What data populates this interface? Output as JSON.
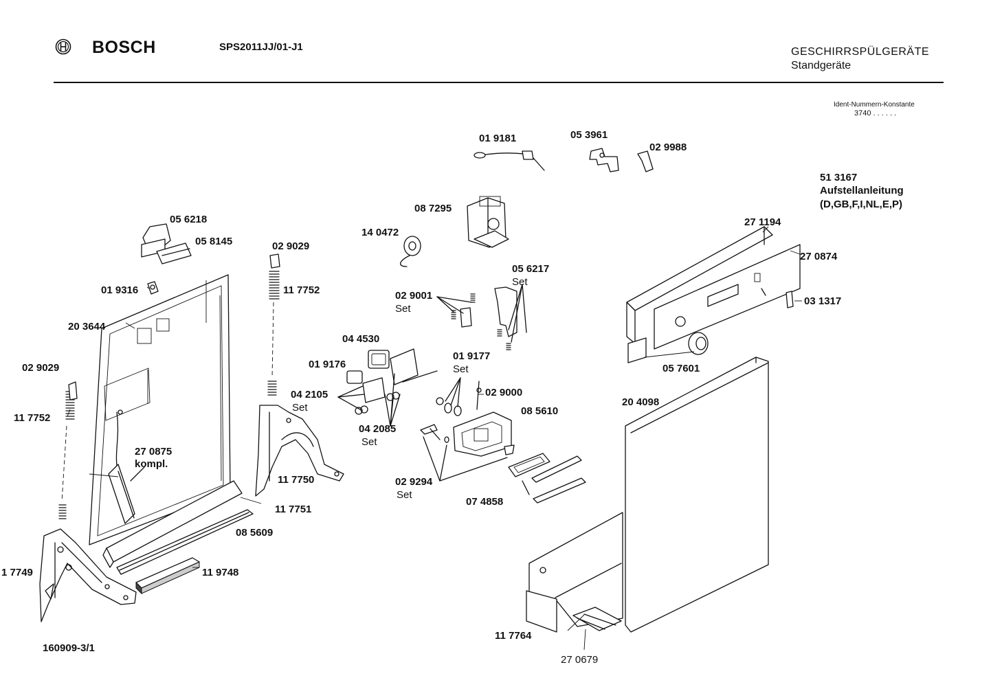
{
  "header": {
    "brand": "BOSCH",
    "model": "SPS2011JJ/01-J1",
    "category": "GESCHIRRSPÜLGERÄTE",
    "subcategory": "Standgeräte",
    "ident_label": "Ident-Nummern-Konstante",
    "ident_value": "3740  . .   . . . ."
  },
  "note": {
    "number": "51 3167",
    "line1": "Aufstellanleitung",
    "line2": "(D,GB,F,I,NL,E,P)"
  },
  "footer": {
    "drawing_number": "160909-3/1"
  },
  "parts": {
    "p019181": "01 9181",
    "p053961": "05 3961",
    "p029988": "02 9988",
    "p087295": "08 7295",
    "p140472": "14 0472",
    "p056218": "05 6218",
    "p058145": "05 8145",
    "p029029a": "02 9029",
    "p117752a": "11 7752",
    "p019316": "01 9316",
    "p203644": "20 3644",
    "p029029b": "02 9029",
    "p117752b": "11 7752",
    "p270875": "27 0875",
    "p270875b": "kompl.",
    "p029001": "02 9001",
    "p029001s": "Set",
    "p056217": "05 6217",
    "p056217s": "Set",
    "p044530": "04 4530",
    "p019176": "01 9176",
    "p019177": "01 9177",
    "p019177s": "Set",
    "p042105": "04 2105",
    "p042105s": "Set",
    "p029000": "02 9000",
    "p085610": "08 5610",
    "p042085": "04 2085",
    "p042085s": "Set",
    "p117750": "11 7750",
    "p117751": "11 7751",
    "p085609": "08 5609",
    "p117749": "1 7749",
    "p119748": "11 9748",
    "p029294": "02 9294",
    "p029294s": "Set",
    "p074858": "07 4858",
    "p271194": "27 1194",
    "p270874": "27 0874",
    "p031317": "03 1317",
    "p057601": "05 7601",
    "p204098": "20 4098",
    "p117764": "11 7764",
    "p270679": "27 0679"
  }
}
